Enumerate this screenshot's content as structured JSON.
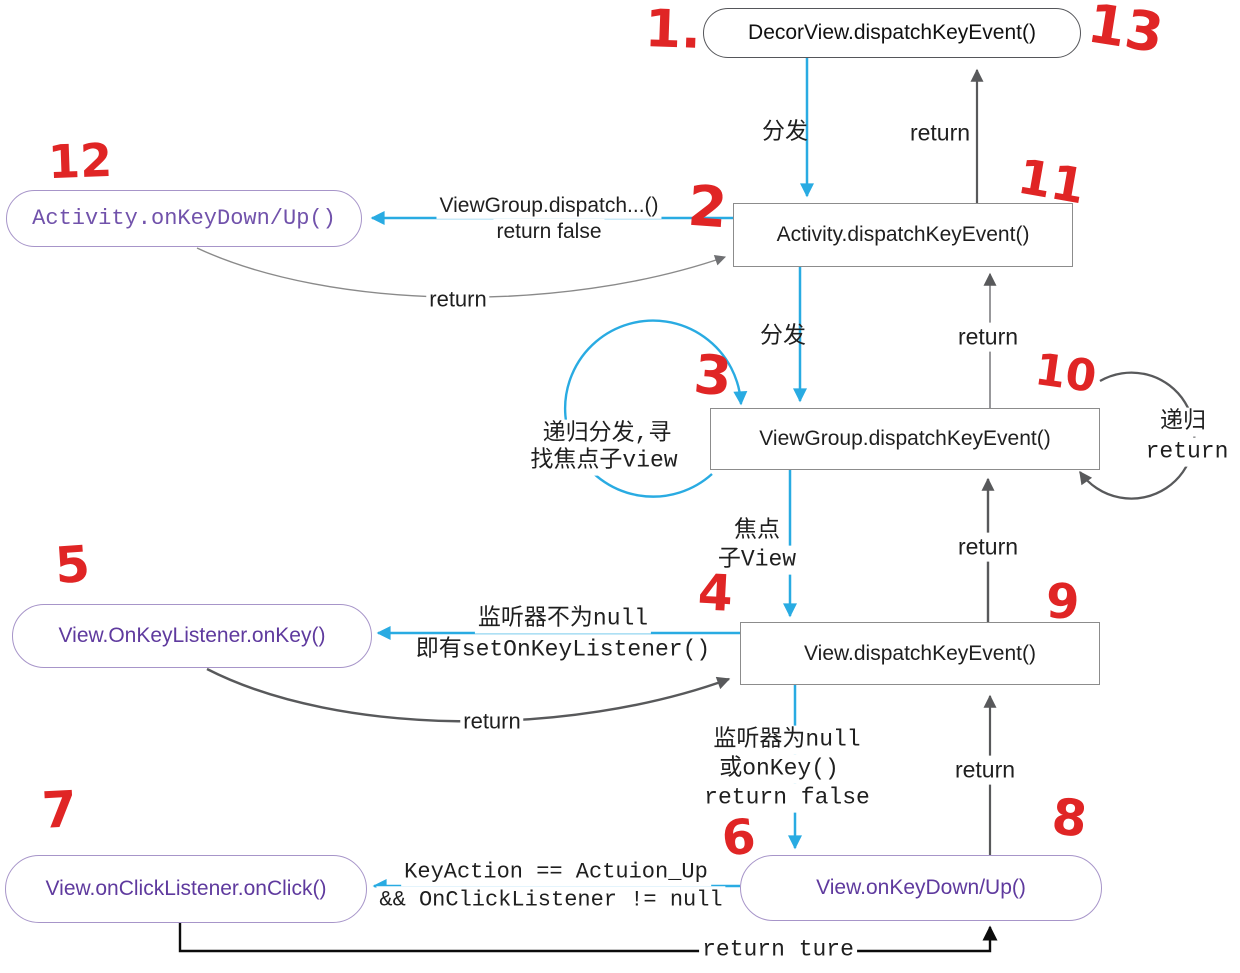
{
  "nodes": {
    "decorview": {
      "label": "DecorView.dispatchKeyEvent()"
    },
    "activity_dispatch": {
      "label": "Activity.dispatchKeyEvent()"
    },
    "viewgroup_dispatch": {
      "label": "ViewGroup.dispatchKeyEvent()"
    },
    "view_dispatch": {
      "label": "View.dispatchKeyEvent()"
    },
    "activity_onkey": {
      "label": "Activity.onKeyDown/Up()"
    },
    "view_onkeylistener": {
      "label": "View.OnKeyListener.onKey()"
    },
    "view_onclicklistener": {
      "label": "View.onClickListener.onClick()"
    },
    "view_onkeydown": {
      "label": "View.onKeyDown/Up()"
    }
  },
  "steps": {
    "s1": "1.",
    "s2": "2",
    "s3": "3",
    "s4": "4",
    "s5": "5",
    "s6": "6",
    "s7": "7",
    "s8": "8",
    "s9": "9",
    "s10": "10",
    "s11": "11",
    "s12": "12",
    "s13": "13"
  },
  "edge_labels": {
    "dispatch_1": "分发",
    "return_to_decor": "return",
    "vg_dispatch_line1": "ViewGroup.dispatch...()",
    "vg_dispatch_line2": "return false",
    "return_from_activity_onkey": "return",
    "dispatch_2": "分发",
    "return_to_activity": "return",
    "recursive_dispatch_line1": "递归分发,寻",
    "recursive_dispatch_line2": "找焦点子view",
    "recursive_return_line1": "递归",
    "recursive_return_line2": "return",
    "focus_child_line1": "焦点",
    "focus_child_line2": "子View",
    "return_to_viewgroup": "return",
    "listener_not_null_line1": "监听器不为null",
    "listener_not_null_line2": "即有setOnKeyListener()",
    "return_from_onkeylistener": "return",
    "listener_null_line1": "监听器为null",
    "listener_null_line2": "或onKey()",
    "listener_null_line3": "return false",
    "return_to_view": "return",
    "keyaction_line1": "KeyAction == Actuion_Up",
    "keyaction_line2": "&& OnClickListener != null",
    "return_ture": "return ture"
  },
  "colors": {
    "dispatch_arrow": "#29ABE2",
    "return_arrow": "#58595B",
    "thin_return_arrow": "#8A8A8A",
    "bottom_return_arrow": "#0C0C0C",
    "annotation_red": "#E02525",
    "purple_text": "#5F3A9E",
    "purple_border": "#A795C9",
    "box_border": "#8C8C8C"
  }
}
